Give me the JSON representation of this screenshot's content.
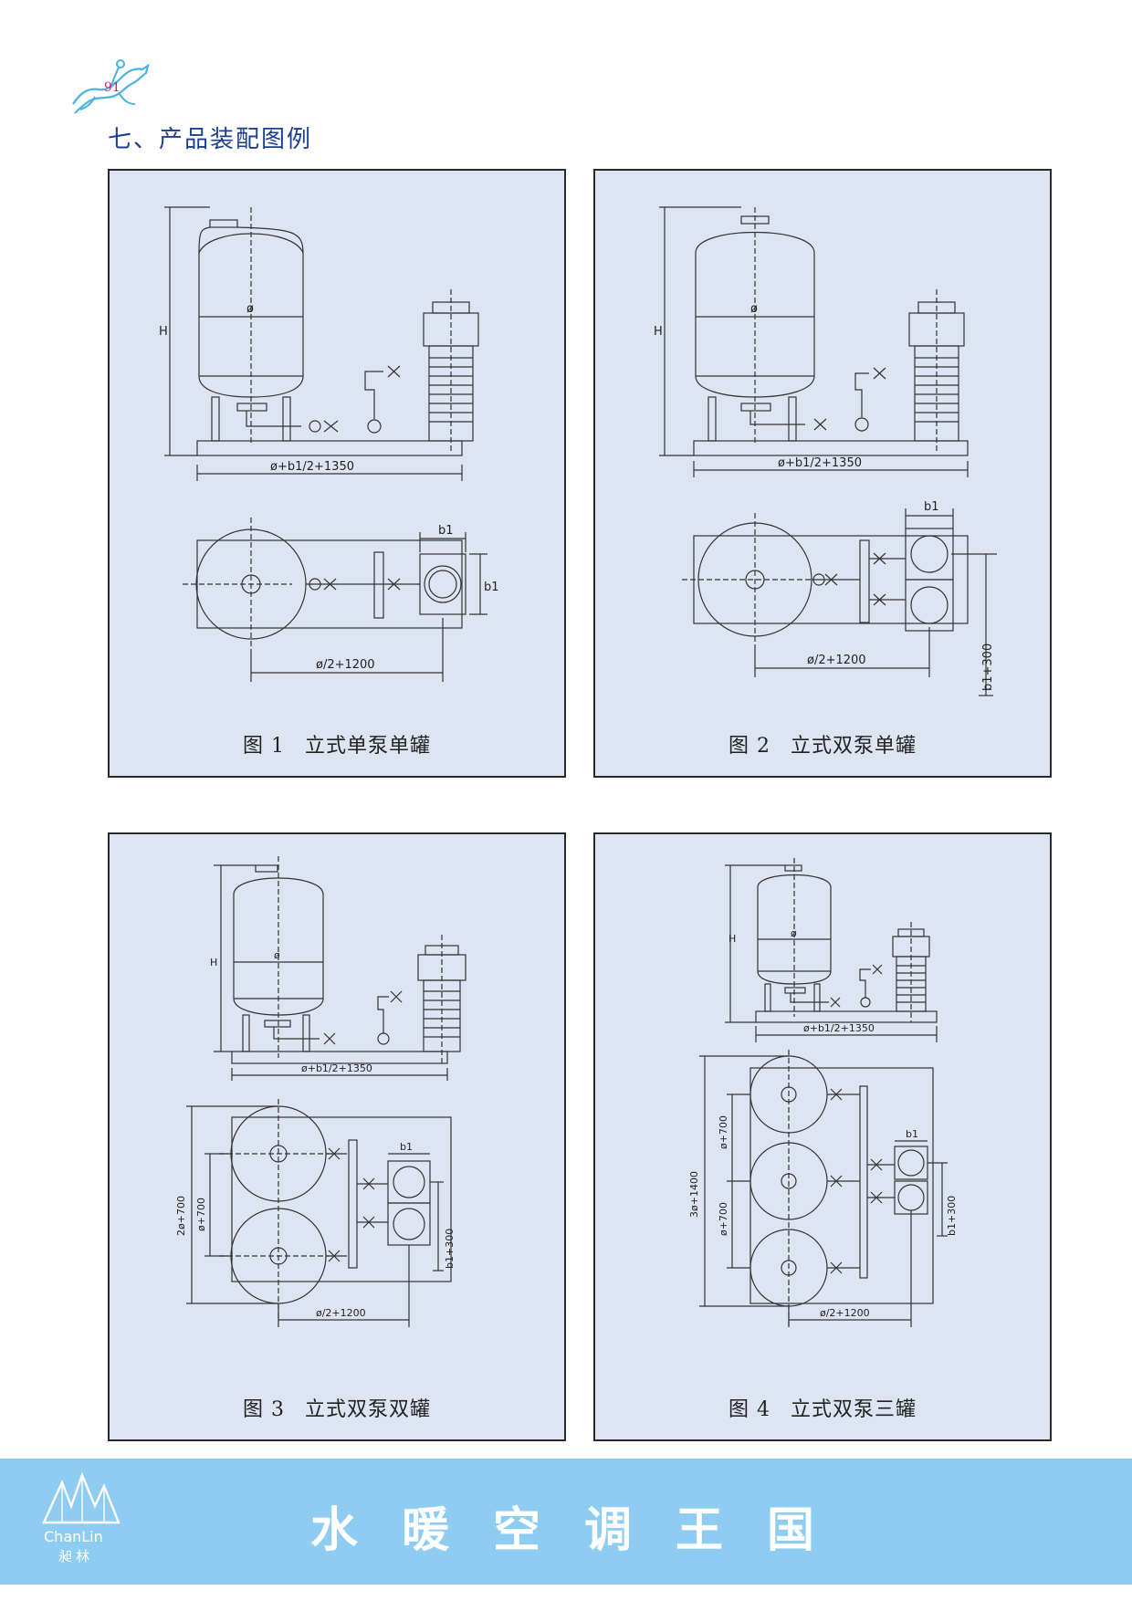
{
  "header": {
    "page_number": "91",
    "section_title": "七、产品装配图例"
  },
  "figures": [
    {
      "label": "图 1",
      "title": "立式单泵单罐",
      "dims": {
        "height": "H",
        "diameter": "ø",
        "width": "ø+b1/2+1350",
        "offset": "ø/2+1200",
        "b1_top": "b1",
        "b1_side": "b1"
      }
    },
    {
      "label": "图 2",
      "title": "立式双泵单罐",
      "dims": {
        "height": "H",
        "diameter": "ø",
        "width": "ø+b1/2+1350",
        "offset": "ø/2+1200",
        "b1_top": "b1",
        "b1_side": "b1+300"
      }
    },
    {
      "label": "图 3",
      "title": "立式双泵双罐",
      "dims": {
        "height": "H",
        "diameter": "ø",
        "width": "ø+b1/2+1350",
        "offset": "ø/2+1200",
        "b1_top": "b1",
        "b1_side": "b1+300",
        "span_total": "2ø+700",
        "span_inner": "ø+700"
      }
    },
    {
      "label": "图 4",
      "title": "立式双泵三罐",
      "dims": {
        "height": "H",
        "diameter": "ø",
        "width": "ø+b1/2+1350",
        "offset": "ø/2+1200",
        "b1_top": "b1",
        "b1_side": "b1+300",
        "span_total": "3ø+1400",
        "span_inner_a": "ø+700",
        "span_inner_b": "ø+700"
      }
    }
  ],
  "footer": {
    "brand_name": "ChanLin",
    "brand_cn": "昶林",
    "slogan": "水暖空调王国"
  },
  "colors": {
    "panel_bg": "#dde5f2",
    "footer_bg": "#8ecdf1",
    "title_color": "#1d3f8f",
    "page_number_color": "#d21d6e"
  }
}
